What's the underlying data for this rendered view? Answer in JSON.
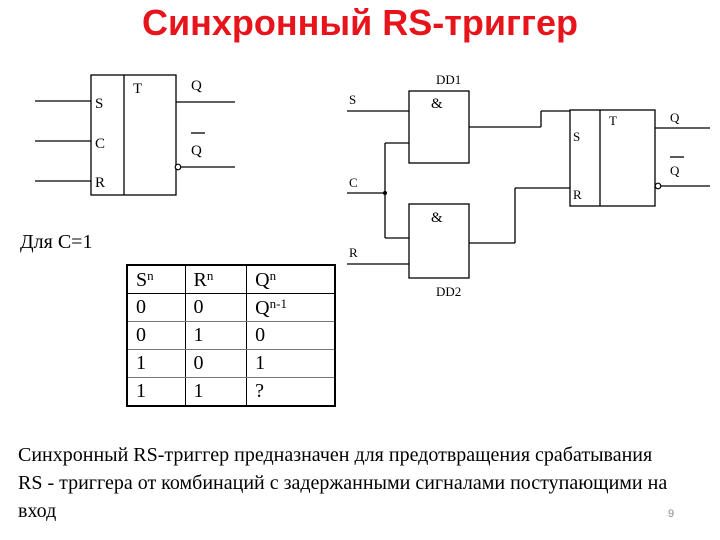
{
  "title": "Синхронный RS-триггер",
  "left_diagram": {
    "block_label": "T",
    "inputs": [
      "S",
      "C",
      "R"
    ],
    "output_q": "Q",
    "output_q_inv": "Q"
  },
  "right_diagram": {
    "inputs": [
      "S",
      "C",
      "R"
    ],
    "gate_top_name": "DD1",
    "gate_bottom_name": "DD2",
    "gate_symbol": "&",
    "trigger_label": "T",
    "trigger_inputs": [
      "S",
      "R"
    ],
    "output_q": "Q",
    "output_q_inv": "Q"
  },
  "note": "Для C=1",
  "truth_table": {
    "headers": [
      {
        "base": "S",
        "sup": "n"
      },
      {
        "base": "R",
        "sup": "n"
      },
      {
        "base": "Q",
        "sup": "n"
      }
    ],
    "first_row": {
      "c0": "0",
      "c1": "0",
      "c2_base": "Q",
      "c2_sup": "n-1"
    },
    "rows": [
      [
        "0",
        "1",
        "0"
      ],
      [
        "1",
        "0",
        "1"
      ],
      [
        "1",
        "1",
        "?"
      ]
    ]
  },
  "description": "Синхронный RS-триггер предназначен для предотвращения срабатывания RS - триггера от комбинаций с задержанными сигналами поступающими на вход",
  "slide_number": "9"
}
